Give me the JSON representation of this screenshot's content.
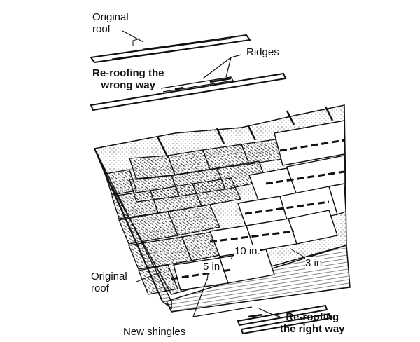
{
  "labels": {
    "original_roof_top": [
      "Original",
      "roof"
    ],
    "ridges": "Ridges",
    "wrong_way": [
      "Re-roofing the",
      "wrong way"
    ],
    "original_roof_bottom": [
      "Original",
      "roof"
    ],
    "dim_5": "5 in",
    "dim_10": "10 in.",
    "dim_3": "3 in",
    "new_shingles": "New shingles",
    "right_way": [
      "Re-roofing",
      "the right way"
    ]
  }
}
